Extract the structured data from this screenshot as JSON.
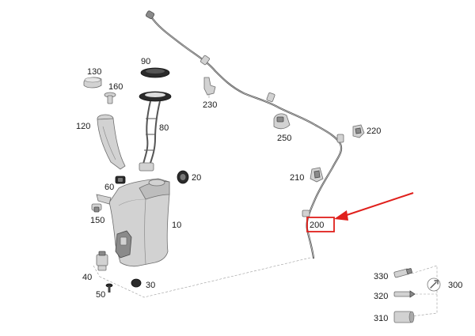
{
  "callouts": {
    "c10": "10",
    "c20": "20",
    "c30": "30",
    "c40": "40",
    "c50": "50",
    "c60": "60",
    "c80": "80",
    "c90": "90",
    "c120": "120",
    "c130": "130",
    "c150": "150",
    "c160": "160",
    "c200": "200",
    "c210": "210",
    "c220": "220",
    "c230": "230",
    "c250": "250",
    "c300": "300",
    "c310": "310",
    "c320": "320",
    "c330": "330"
  },
  "highlight": {
    "target": "200",
    "color": "#e0201c"
  }
}
